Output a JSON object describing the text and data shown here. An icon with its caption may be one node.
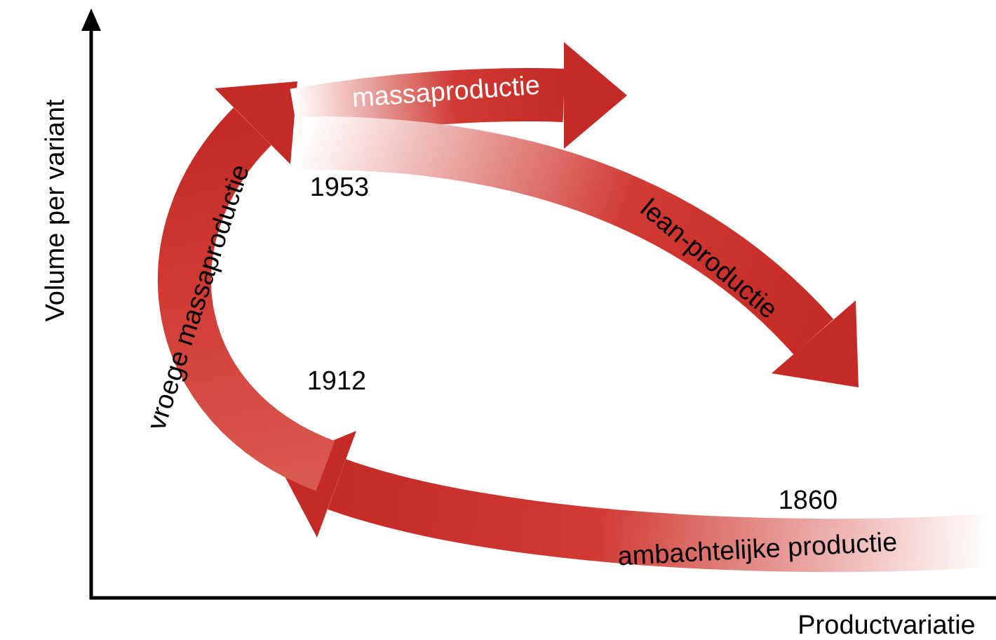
{
  "diagram": {
    "labels": [
      "Volume per variant",
      "massaproductie",
      "vroege massaproductie",
      "1953",
      "lean-productie",
      "1912",
      "1860",
      "ambachtelijke productie",
      "Productvariatie"
    ]
  }
}
